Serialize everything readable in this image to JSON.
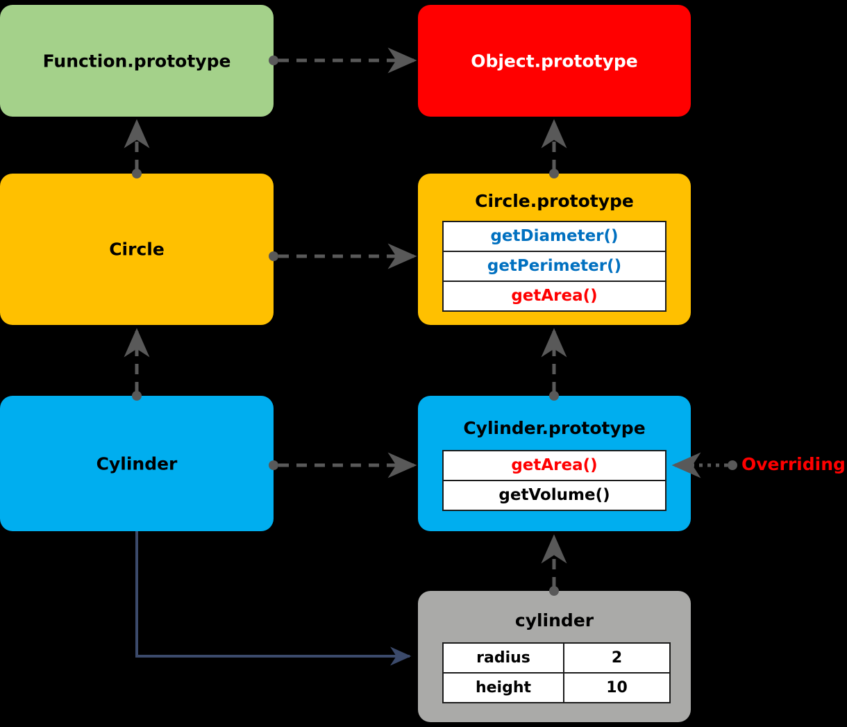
{
  "diagram": {
    "title": "JavaScript prototype chain diagram",
    "background": "#000000"
  },
  "colors": {
    "function_prototype_fill": "#A4D18A",
    "object_prototype_fill": "#FF0000",
    "circle_fill": "#FFC000",
    "cylinder_fill": "#00AEEF",
    "instance_fill": "#AAAAA8",
    "method_blue": "#0070C0",
    "method_red": "#FF0000",
    "method_black": "#000000",
    "dashed_arrow": "#595959",
    "solid_arrow": "#3B4A6B",
    "white_text": "#FFFFFF",
    "overriding_text": "#FF0000"
  },
  "nodes": {
    "function_prototype": {
      "label": "Function.prototype"
    },
    "object_prototype": {
      "label": "Object.prototype"
    },
    "circle": {
      "label": "Circle"
    },
    "circle_prototype": {
      "label": "Circle.prototype",
      "members": [
        {
          "name": "getDiameter()",
          "color": "method_blue"
        },
        {
          "name": "getPerimeter()",
          "color": "method_blue"
        },
        {
          "name": "getArea()",
          "color": "method_red"
        }
      ]
    },
    "cylinder": {
      "label": "Cylinder"
    },
    "cylinder_prototype": {
      "label": "Cylinder.prototype",
      "members": [
        {
          "name": "getArea()",
          "color": "method_red"
        },
        {
          "name": "getVolume()",
          "color": "method_black"
        }
      ]
    },
    "cylinder_instance": {
      "label": "cylinder",
      "properties": [
        {
          "key": "radius",
          "value": "2"
        },
        {
          "key": "height",
          "value": "10"
        }
      ]
    }
  },
  "annotations": {
    "overriding": "Overriding"
  }
}
